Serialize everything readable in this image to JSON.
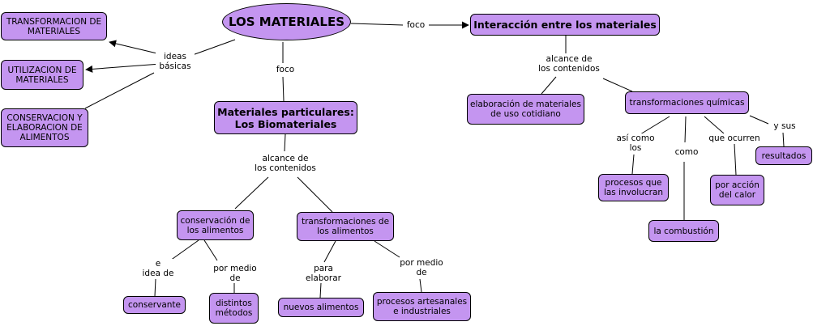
{
  "colors": {
    "node_fill": "#c495f0",
    "border": "#000000",
    "background": "#ffffff"
  },
  "concepts": {
    "root": "LOS MATERIALES",
    "interaccion": "Interacción entre los materiales",
    "biomateriales": "Materiales particulares:\nLos Biomateriales",
    "transformacion_materiales": "TRANSFORMACION DE\nMATERIALES",
    "utilizacion": "UTILIZACION DE\nMATERIALES",
    "conservacion_elaboracion": "CONSERVACION Y\nELABORACION DE\nALIMENTOS",
    "elaboracion_materiales": "elaboración de materiales\nde uso cotidiano",
    "transformaciones_quimicas": "transformaciones químicas",
    "procesos_involucran": "procesos que\nlas involucran",
    "combustion": "la combustión",
    "accion_calor": "por acción\ndel calor",
    "resultados": "resultados",
    "conservacion_alimentos": "conservación de\nlos alimentos",
    "transformaciones_alimentos": "transformaciones de\nlos alimentos",
    "conservante": "conservante",
    "distintos_metodos": "distintos\nmétodos",
    "nuevos_alimentos": "nuevos alimentos",
    "procesos_artesanales": "procesos artesanales\ne industriales"
  },
  "linking_phrases": {
    "foco_right": "foco",
    "foco_down": "foco",
    "ideas_basicas": "ideas\nbásicas",
    "alcance_right": "alcance de\nlos contenidos",
    "alcance_left": "alcance de\nlos contenidos",
    "asi_como": "así como\nlos",
    "como": "como",
    "que_ocurren": "que ocurren",
    "y_sus": "y sus",
    "e_idea_de": "e\nidea de",
    "por_medio_de_1": "por medio\nde",
    "para_elaborar": "para\nelaborar",
    "por_medio_de_2": "por medio\nde"
  }
}
